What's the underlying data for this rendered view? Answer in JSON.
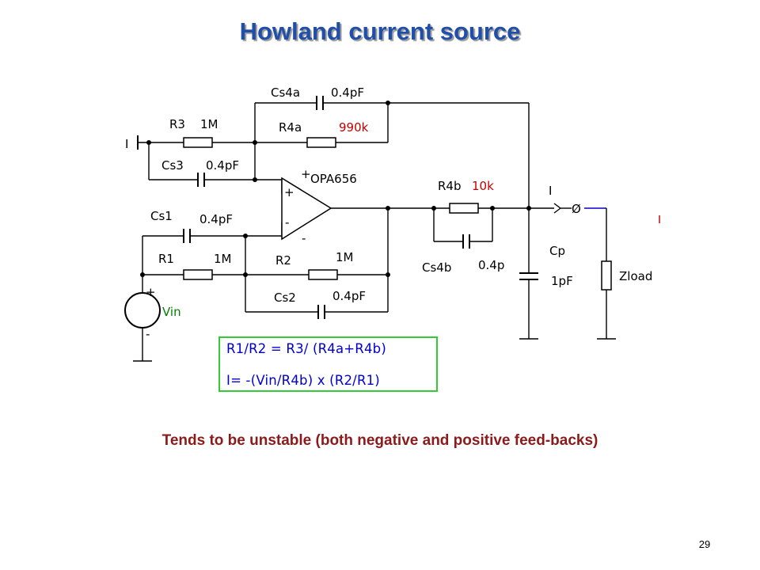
{
  "title": "Howland current source",
  "schematic": {
    "input_node_label": "I",
    "r3": {
      "name": "R3",
      "value": "1M"
    },
    "cs4a": {
      "name": "Cs4a",
      "value": "0.4pF"
    },
    "r4a": {
      "name": "R4a",
      "value": "990k"
    },
    "cs3": {
      "name": "Cs3",
      "value": "0.4pF"
    },
    "opamp": {
      "name": "OPA656",
      "plus": "+",
      "minus": "-",
      "pin_plus": "+",
      "pin_minus": "-"
    },
    "cs1": {
      "name": "Cs1",
      "value": "0.4pF"
    },
    "r1": {
      "name": "R1",
      "value": "1M"
    },
    "r2": {
      "name": "R2",
      "value": "1M"
    },
    "cs2": {
      "name": "Cs2",
      "value": "0.4pF"
    },
    "vin": {
      "name": "Vin",
      "plus": "+",
      "minus": "-"
    },
    "r4b": {
      "name": "R4b",
      "value": "10k"
    },
    "cs4b": {
      "name": "Cs4b",
      "value": "0.4p"
    },
    "output_current": {
      "label": "I",
      "symbol": "Ø"
    },
    "cp": {
      "name": "Cp",
      "value": "1pF"
    },
    "zload": {
      "name": "Zload"
    },
    "equations": [
      "R1/R2 = R3/ (R4a+R4b)",
      "I= -(Vin/R4b) x (R2/R1)"
    ],
    "colors": {
      "title": "#1f4fa8",
      "value_red": "#c00000",
      "vin_green": "#008000",
      "equation_blue": "#0000cc",
      "box_green": "#33cc33",
      "note": "#8b1a1a"
    }
  },
  "note": "Tends to be unstable (both negative and positive feed-backs)",
  "page_number": "29"
}
